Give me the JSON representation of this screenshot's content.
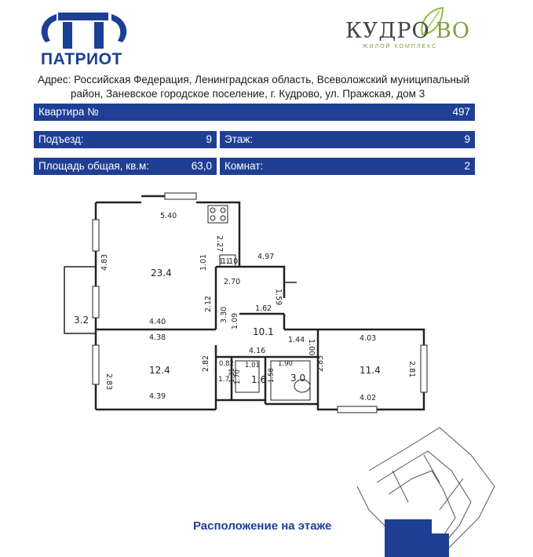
{
  "brand": {
    "name": "ПАТРИОТ"
  },
  "complex": {
    "name_left": "КУДРО",
    "name_right": "ВО",
    "tagline": "ЖИЛОЙ КОМПЛЕКС"
  },
  "address": {
    "line1": "Адрес:  Российская Федерация, Ленинградская область, Всеволожский муниципальный",
    "line2": "район, Заневское городское поселение, г. Кудрово, ул. Пражская, дом 3"
  },
  "info": {
    "apartment_label": "Квартира №",
    "apartment_value": "497",
    "entrance_label": "Подъезд:",
    "entrance_value": "9",
    "floor_label": "Этаж:",
    "floor_value": "9",
    "area_label": "Площадь общая, кв.м:",
    "area_value": "63,0",
    "rooms_label": "Комнат:",
    "rooms_value": "2"
  },
  "plan": {
    "rooms": {
      "kitchen_area": "23.4",
      "balcony_area": "3.2",
      "bedroom_area": "12.4",
      "hall_area": "10.1",
      "room2_area": "11.4",
      "wc_area": "1.6",
      "bath_area": "3.0",
      "closet_area": "1.1",
      "pantry_area": "1.7"
    },
    "dims": {
      "d540": "5.40",
      "d227": "2.27",
      "d483": "4.83",
      "d101a": "1.01",
      "d110": "1.10",
      "d497": "4.97",
      "d270": "2.70",
      "d159": "1.59",
      "d212": "2.12",
      "d330": "3.30",
      "d162": "1.62",
      "d109": "1.09",
      "d440": "4.40",
      "d438": "4.38",
      "d416": "4.16",
      "d144": "1.44",
      "d100": "1.00",
      "d403": "4.03",
      "d283a": "2.83",
      "d282": "2.82",
      "d082": "0.82",
      "d101b": "1.01",
      "d190": "1.90",
      "d283b": "2.83",
      "d281": "2.81",
      "d170": "1.70",
      "d131": "1.31",
      "d158": "1.58",
      "d439": "4.39",
      "d402": "4.02"
    }
  },
  "location": {
    "title": "Расположение на этаже"
  },
  "colors": {
    "brand_blue": "#1f3f95",
    "wall": "#222222",
    "highlight": "#1f3f95"
  }
}
